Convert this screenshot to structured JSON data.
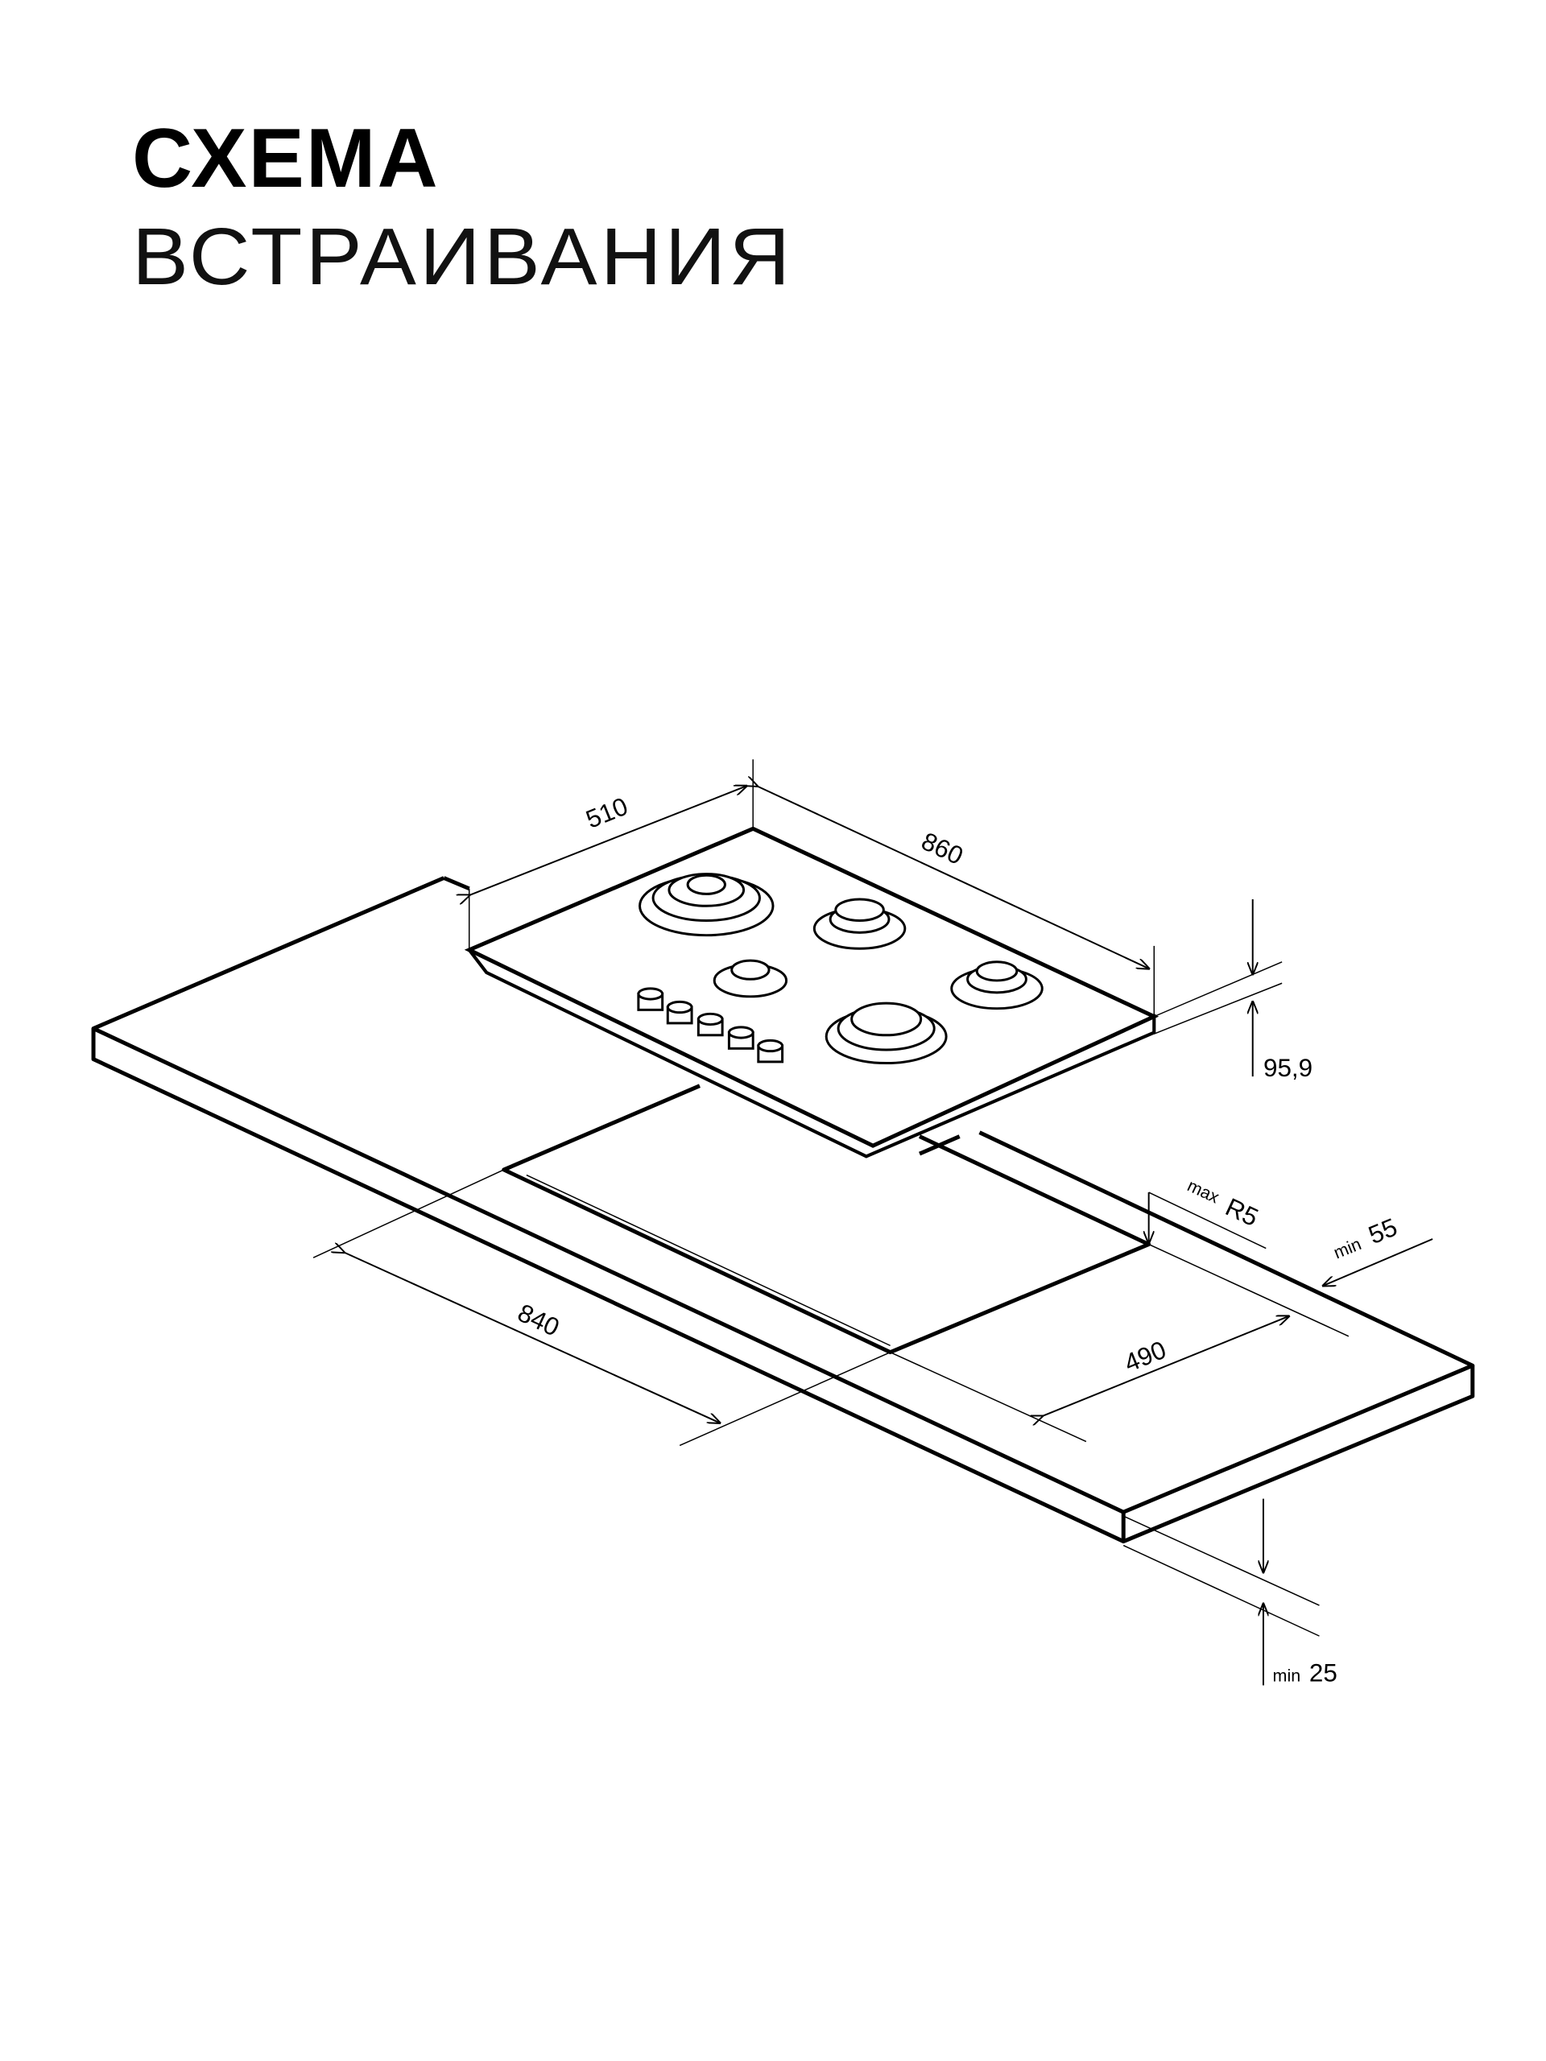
{
  "title": {
    "line1": "СХЕМА",
    "line2": "ВСТРАИВАНИЯ"
  },
  "dimensions": {
    "hob_depth": "510",
    "hob_width": "860",
    "hob_height": "95,9",
    "cutout_width": "840",
    "cutout_depth": "490",
    "corner_radius_prefix": "max",
    "corner_radius": "R5",
    "back_clearance_prefix": "min",
    "back_clearance": "55",
    "worktop_thickness_prefix": "min",
    "worktop_thickness": "25"
  }
}
